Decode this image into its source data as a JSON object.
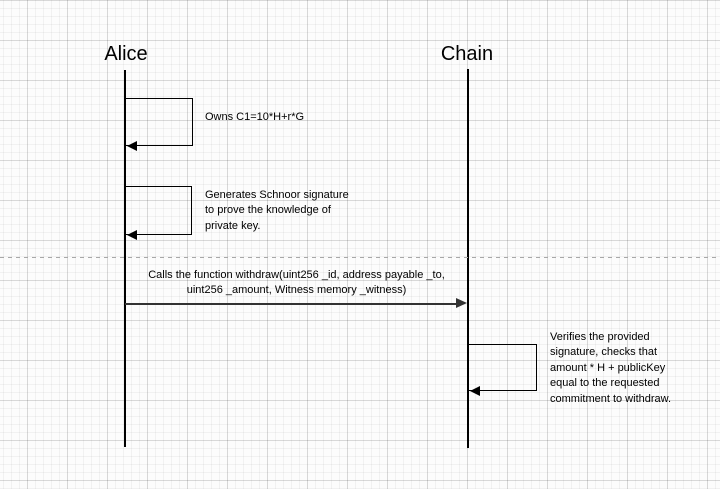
{
  "diagram": {
    "type": "sequence-diagram",
    "actors": [
      {
        "id": "alice",
        "label": "Alice"
      },
      {
        "id": "chain",
        "label": "Chain"
      }
    ],
    "steps": [
      {
        "type": "self-loop",
        "actor": "alice",
        "text": "Owns C1=10*H+r*G"
      },
      {
        "type": "self-loop",
        "actor": "alice",
        "text": "Generates Schnoor signature\nto prove the knowledge of\nprivate key."
      },
      {
        "type": "message",
        "from": "alice",
        "to": "chain",
        "text": "Calls the function withdraw(uint256 _id, address payable _to,\nuint256 _amount, Witness memory _witness)"
      },
      {
        "type": "self-loop",
        "actor": "chain",
        "text": "Verifies the provided\nsignature, checks that\namount * H + publicKey\nequal to the requested\ncommitment to withdraw."
      }
    ],
    "colors": {
      "line": "#000000",
      "message_line": "#333333",
      "text": "#000000",
      "separator": "#a8a8a8",
      "grid_minor": "#ececec",
      "grid_major": "#dcdcdc",
      "background": "#fcfcfc"
    }
  }
}
